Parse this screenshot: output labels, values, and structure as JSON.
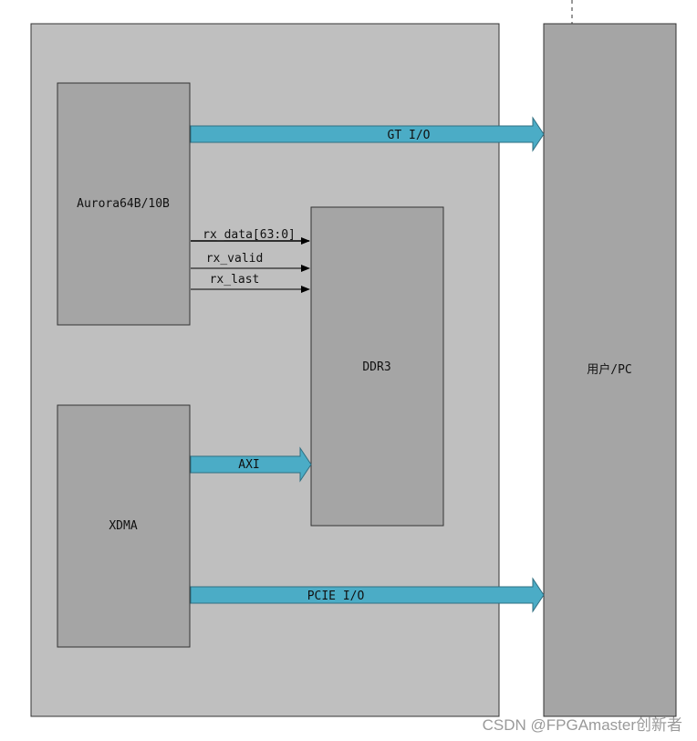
{
  "diagram": {
    "blocks": {
      "aurora": {
        "label": "Aurora64B/10B"
      },
      "xdma": {
        "label": "XDMA"
      },
      "ddr3": {
        "label": "DDR3"
      },
      "user_pc": {
        "label": "用户/PC"
      }
    },
    "signals": [
      {
        "id": "rx_data",
        "label": "rx_data[63:0]"
      },
      {
        "id": "rx_valid",
        "label": "rx_valid"
      },
      {
        "id": "rx_last",
        "label": "rx_last"
      }
    ],
    "buses": [
      {
        "id": "gt_io",
        "label": "GT I/O"
      },
      {
        "id": "axi",
        "label": "AXI"
      },
      {
        "id": "pcie_io",
        "label": "PCIE I/O"
      }
    ]
  },
  "colors": {
    "outer_panel": "#bfbfbf",
    "block_fill": "#a5a5a5",
    "bus_fill": "#4bacc6",
    "border": "#333333"
  },
  "watermark": "CSDN @FPGAmaster创新者"
}
